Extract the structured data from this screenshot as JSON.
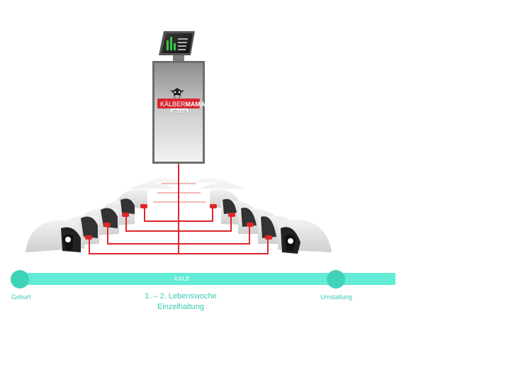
{
  "brand": {
    "name_part1": "KÄLBER",
    "name_part2": "MAMA",
    "sub": "URSTAHR",
    "brand_red": "#d8262f"
  },
  "timeline": {
    "bar_label": "KALB",
    "start_label": "Geburt",
    "end_label": "Umstallung",
    "phase_line1": "1. – 2. Lebenswoche",
    "phase_line2": "Einzelhaltung",
    "color": "#62ecd6",
    "dot_color": "#3fd3b8"
  },
  "icons": [
    "feeding-station-screen-icon",
    "cow-logo-icon",
    "calf-igloo-icon",
    "milk-teat-icon"
  ],
  "colors": {
    "pipe": "#e0262b",
    "station_top": "#9a9a9a",
    "station_bottom": "#f0f0f0",
    "igloo": "#e3e3e3"
  }
}
